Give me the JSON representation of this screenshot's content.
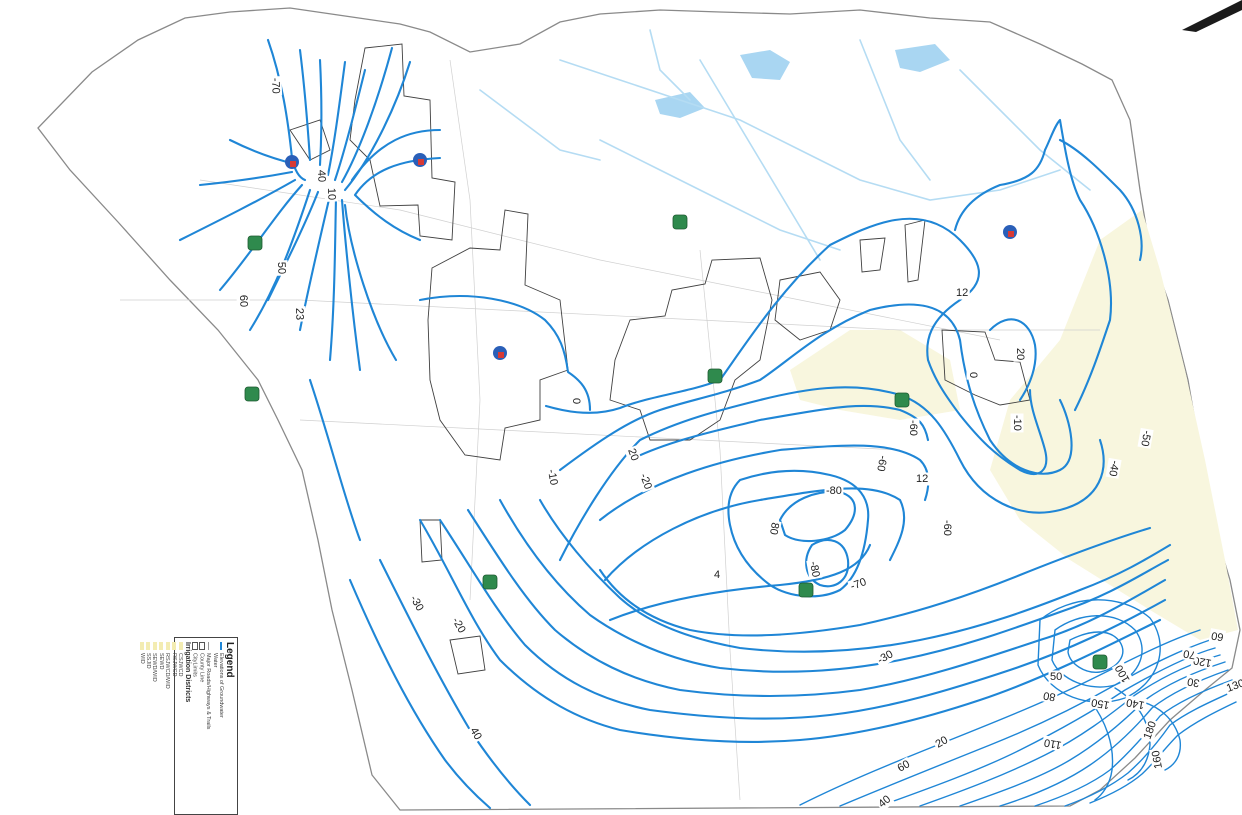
{
  "map": {
    "contour_labels": [
      {
        "text": "-70"
      },
      {
        "text": "40"
      },
      {
        "text": "10"
      },
      {
        "text": "50"
      },
      {
        "text": "60"
      },
      {
        "text": "23"
      },
      {
        "text": "0"
      },
      {
        "text": "-10"
      },
      {
        "text": "20"
      },
      {
        "text": "-20"
      },
      {
        "text": "12"
      },
      {
        "text": "20"
      },
      {
        "text": "0"
      },
      {
        "text": "-10"
      },
      {
        "text": "-60"
      },
      {
        "text": "-60"
      },
      {
        "text": "12"
      },
      {
        "text": "-80"
      },
      {
        "text": "80"
      },
      {
        "text": "-80"
      },
      {
        "text": "-70"
      },
      {
        "text": "-60"
      },
      {
        "text": "-50"
      },
      {
        "text": "-40"
      },
      {
        "text": "4"
      },
      {
        "text": "-30"
      },
      {
        "text": "-20"
      },
      {
        "text": "-30"
      },
      {
        "text": "40"
      },
      {
        "text": "20"
      },
      {
        "text": "50"
      },
      {
        "text": "80"
      },
      {
        "text": "110"
      },
      {
        "text": "120"
      },
      {
        "text": "130"
      },
      {
        "text": "140"
      },
      {
        "text": "150"
      },
      {
        "text": "160"
      },
      {
        "text": "180"
      },
      {
        "text": "60"
      },
      {
        "text": "70"
      },
      {
        "text": "100"
      },
      {
        "text": "30"
      },
      {
        "text": "40"
      },
      {
        "text": "60"
      }
    ],
    "colors": {
      "contour": "#1f86d6",
      "water": "#a9d6f2",
      "district_fill": "#f8f6de",
      "well_green": "#2f8a4d",
      "well_blue": "#2a5fb8",
      "well_red": "#d83a35"
    },
    "north_arrow_icon": "north-arrow-icon"
  },
  "legend": {
    "title": "Legend",
    "rows": [
      {
        "symbol": "line",
        "label": "Elevations of Groundwater"
      },
      {
        "symbol": "none",
        "label": "Water"
      },
      {
        "symbol": "road",
        "label": "Major Roads/Highways & Trails"
      },
      {
        "symbol": "box",
        "label": "County Line"
      },
      {
        "symbol": "box",
        "label": "CityLimits"
      }
    ],
    "subtitle": "Irrigation Districts",
    "districts": [
      "CSJWCD",
      "RSJWCD",
      "RSJWCD/WID",
      "SEWD",
      "SEWD/WID",
      "SSJID",
      "WID"
    ]
  }
}
